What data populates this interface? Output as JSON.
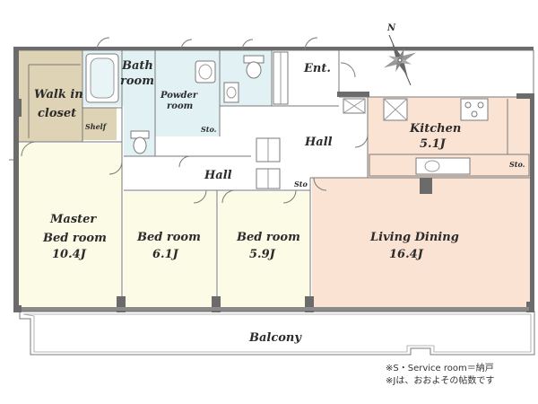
{
  "compass": {
    "north_label": "N"
  },
  "rooms": {
    "walk_in_closet": {
      "line1": "Walk in",
      "line2": "closet",
      "color": "#ded3b5"
    },
    "shelf": "Shelf",
    "bath": {
      "line1": "Bath",
      "line2": "room",
      "color": "#e2f2f4"
    },
    "powder": {
      "line1": "Powder",
      "line2": "room",
      "color": "#e2f2f4"
    },
    "storage_powder": "Sto.",
    "entrance": "Ent.",
    "hall_upper": "Hall",
    "kitchen": {
      "name": "Kitchen",
      "size": "5.1J",
      "color": "#fbe3d3"
    },
    "storage_kitchen": "Sto.",
    "hall_lower": "Hall",
    "storage_small": "Sto",
    "master": {
      "line1": "Master",
      "line2": "Bed room",
      "size": "10.4J",
      "color": "#fbfbe6"
    },
    "bed2": {
      "name": "Bed room",
      "size": "6.1J",
      "color": "#fbfbe6"
    },
    "bed3": {
      "name": "Bed room",
      "size": "5.9J",
      "color": "#fbfbe6"
    },
    "living": {
      "name": "Living Dining",
      "size": "16.4J",
      "color": "#fbe3d3"
    },
    "balcony": "Balcony"
  },
  "notes": {
    "line1": "※S・Service room＝納戸",
    "line2": "※Jは、おおよその帖数です"
  },
  "colors": {
    "wall": "#6b6b6b",
    "outline": "#7a7a7a",
    "wet": "#e2f2f4",
    "hall": "#ffffff"
  }
}
